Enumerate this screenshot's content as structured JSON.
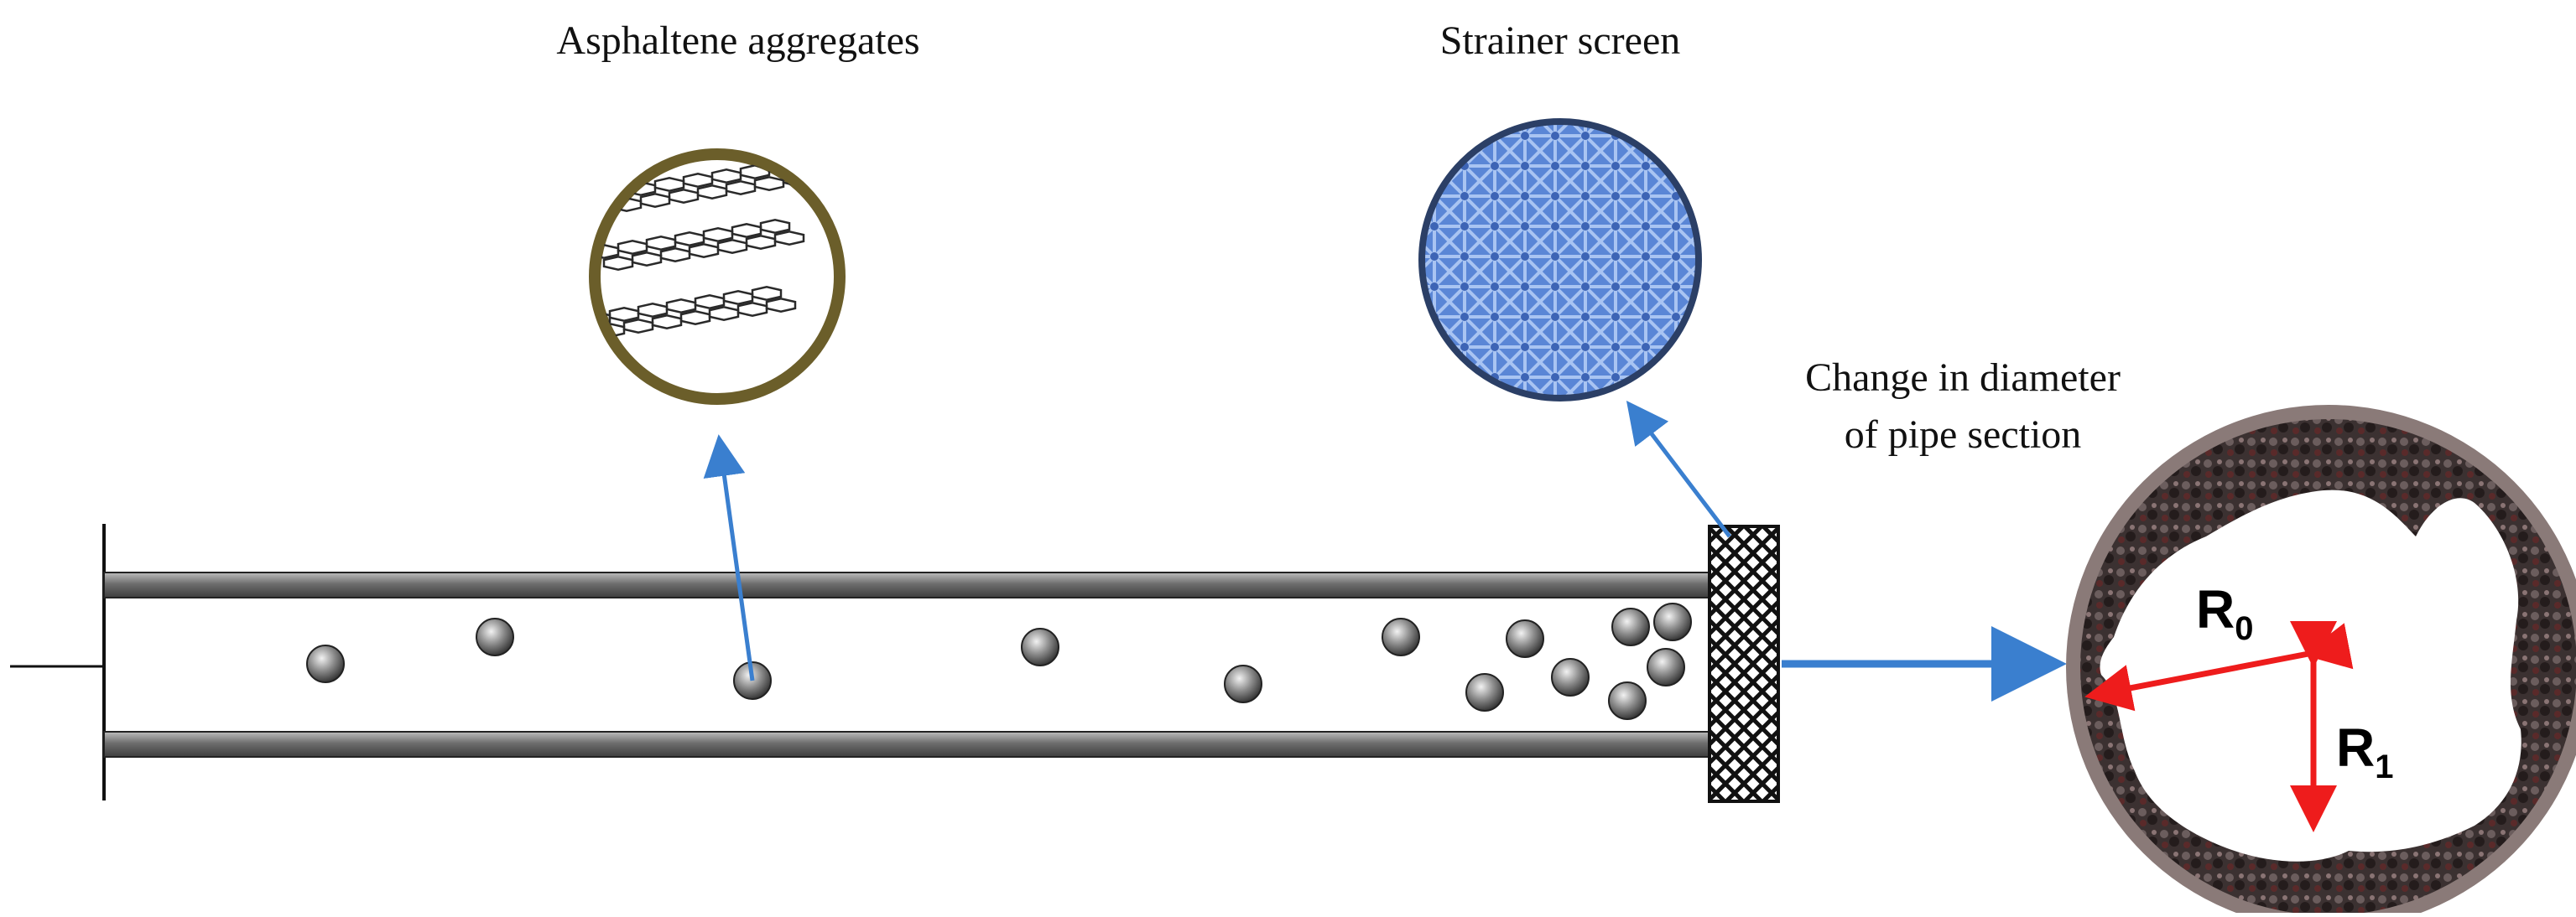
{
  "labels": {
    "asphaltene": "Asphaltene aggregates",
    "strainer": "Strainer screen",
    "diameter_line1": "Change in diameter",
    "diameter_line2": "of pipe section",
    "r0_base": "R",
    "r0_sub": "0",
    "r1_base": "R",
    "r1_sub": "1"
  },
  "colors": {
    "pipe_wall": "#6b6b6b",
    "arrow_blue": "#3a7fcf",
    "arrow_red": "#ee1c1c",
    "aggregate_ring": "#6b5e2a",
    "strainer_fill": "#5a86d6",
    "strainer_ring": "#2b3f66",
    "deposit_ring": "#8a7a78"
  }
}
